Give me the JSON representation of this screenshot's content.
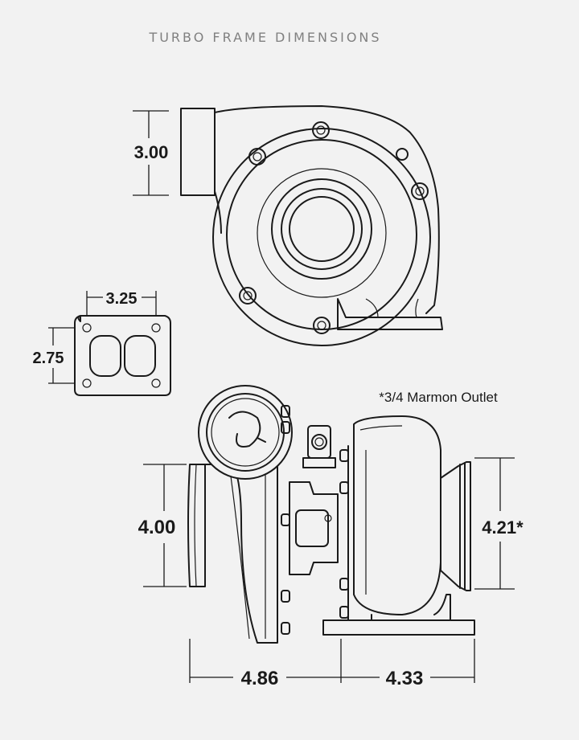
{
  "title": "TURBO FRAME DIMENSIONS",
  "dimensions": {
    "compressor_inlet_height": "3.00",
    "flange_width": "3.25",
    "flange_height": "2.75",
    "compressor_side_height": "4.00",
    "compressor_side_width": "4.86",
    "turbine_side_width": "4.33",
    "turbine_outlet_height": "4.21*"
  },
  "notes": {
    "marmon_outlet": "*3/4 Marmon Outlet"
  }
}
